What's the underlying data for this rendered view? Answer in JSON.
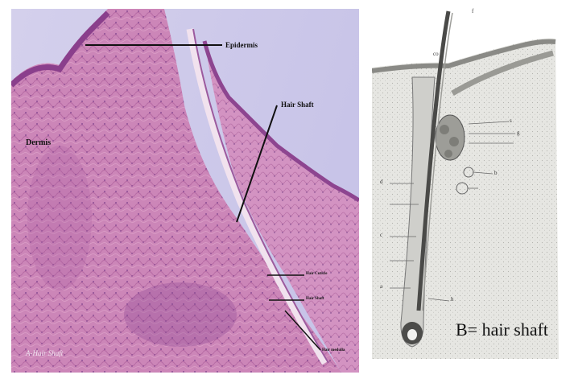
{
  "histology": {
    "labels": {
      "epidermis": "Epidermis",
      "hair_shaft": "Hair Shaft",
      "dermis": "Dermis",
      "a_label": "A-Hair Shaft",
      "small_1": "Hair Cuticle",
      "small_2": "Hair Shaft",
      "small_3": "Hair medulla"
    }
  },
  "diagram": {
    "tags": [
      "co",
      "f",
      "s",
      "g",
      "b",
      "d",
      "c",
      "a",
      "h"
    ]
  },
  "caption": "B= hair shaft"
}
